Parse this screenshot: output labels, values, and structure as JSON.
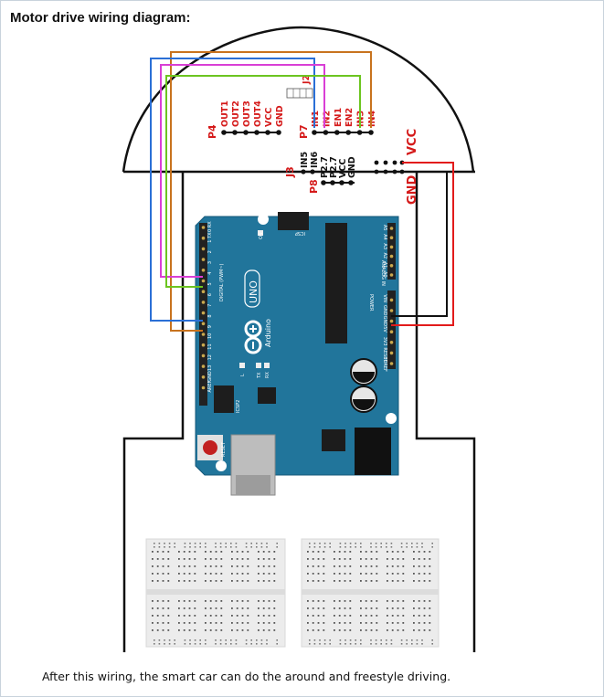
{
  "title": "Motor drive wiring diagram:",
  "caption": "After this wiring, the smart car can do the around and freestyle driving.",
  "driver_board": {
    "p4_label": "P4",
    "p4_pins": [
      "OUT1",
      "OUT2",
      "OUT3",
      "OUT4",
      "VCC",
      "GND"
    ],
    "p7_label": "P7",
    "p7_pins": [
      "IN1",
      "IN2",
      "EN1",
      "EN2",
      "IN3",
      "IN4"
    ],
    "j2_label": "J2",
    "j3_label": "J3",
    "j3_pins": [
      "IN5",
      "IN6"
    ],
    "p8_label": "P8",
    "p8_pins": [
      "P2.7",
      "P2.7",
      "VCC",
      "GND"
    ],
    "vcc_label": "VCC",
    "gnd_label": "GND"
  },
  "arduino": {
    "brand": "Arduino",
    "model": "UNO",
    "reset_label": "RESET",
    "icsp_label": "ICSP",
    "icsp2_label": "ICSP2",
    "on_label": "ON",
    "l_label": "L",
    "tx_label": "TX",
    "rx_label": "RX",
    "digital_label": "DIGITAL (PWM~)",
    "analog_label": "ANALOG IN",
    "power_label": "POWER",
    "digital_pins": [
      "0 RX",
      "1 TX",
      "2",
      "3",
      "4",
      "5",
      "6",
      "7",
      "8",
      "9",
      "10",
      "11",
      "12",
      "13",
      "GND",
      "AREF"
    ],
    "analog_pins": [
      "A0",
      "A1",
      "A2",
      "A3",
      "A4",
      "A5"
    ],
    "power_pins": [
      "IOREF",
      "RESET",
      "3V3",
      "5V",
      "GND",
      "GND",
      "VIN"
    ]
  },
  "wires": {
    "colors": {
      "orange": "#c8731e",
      "blue": "#2a6fd6",
      "magenta": "#d93fd6",
      "green": "#6cc520",
      "red": "#e21b1b",
      "black": "#111111"
    }
  }
}
